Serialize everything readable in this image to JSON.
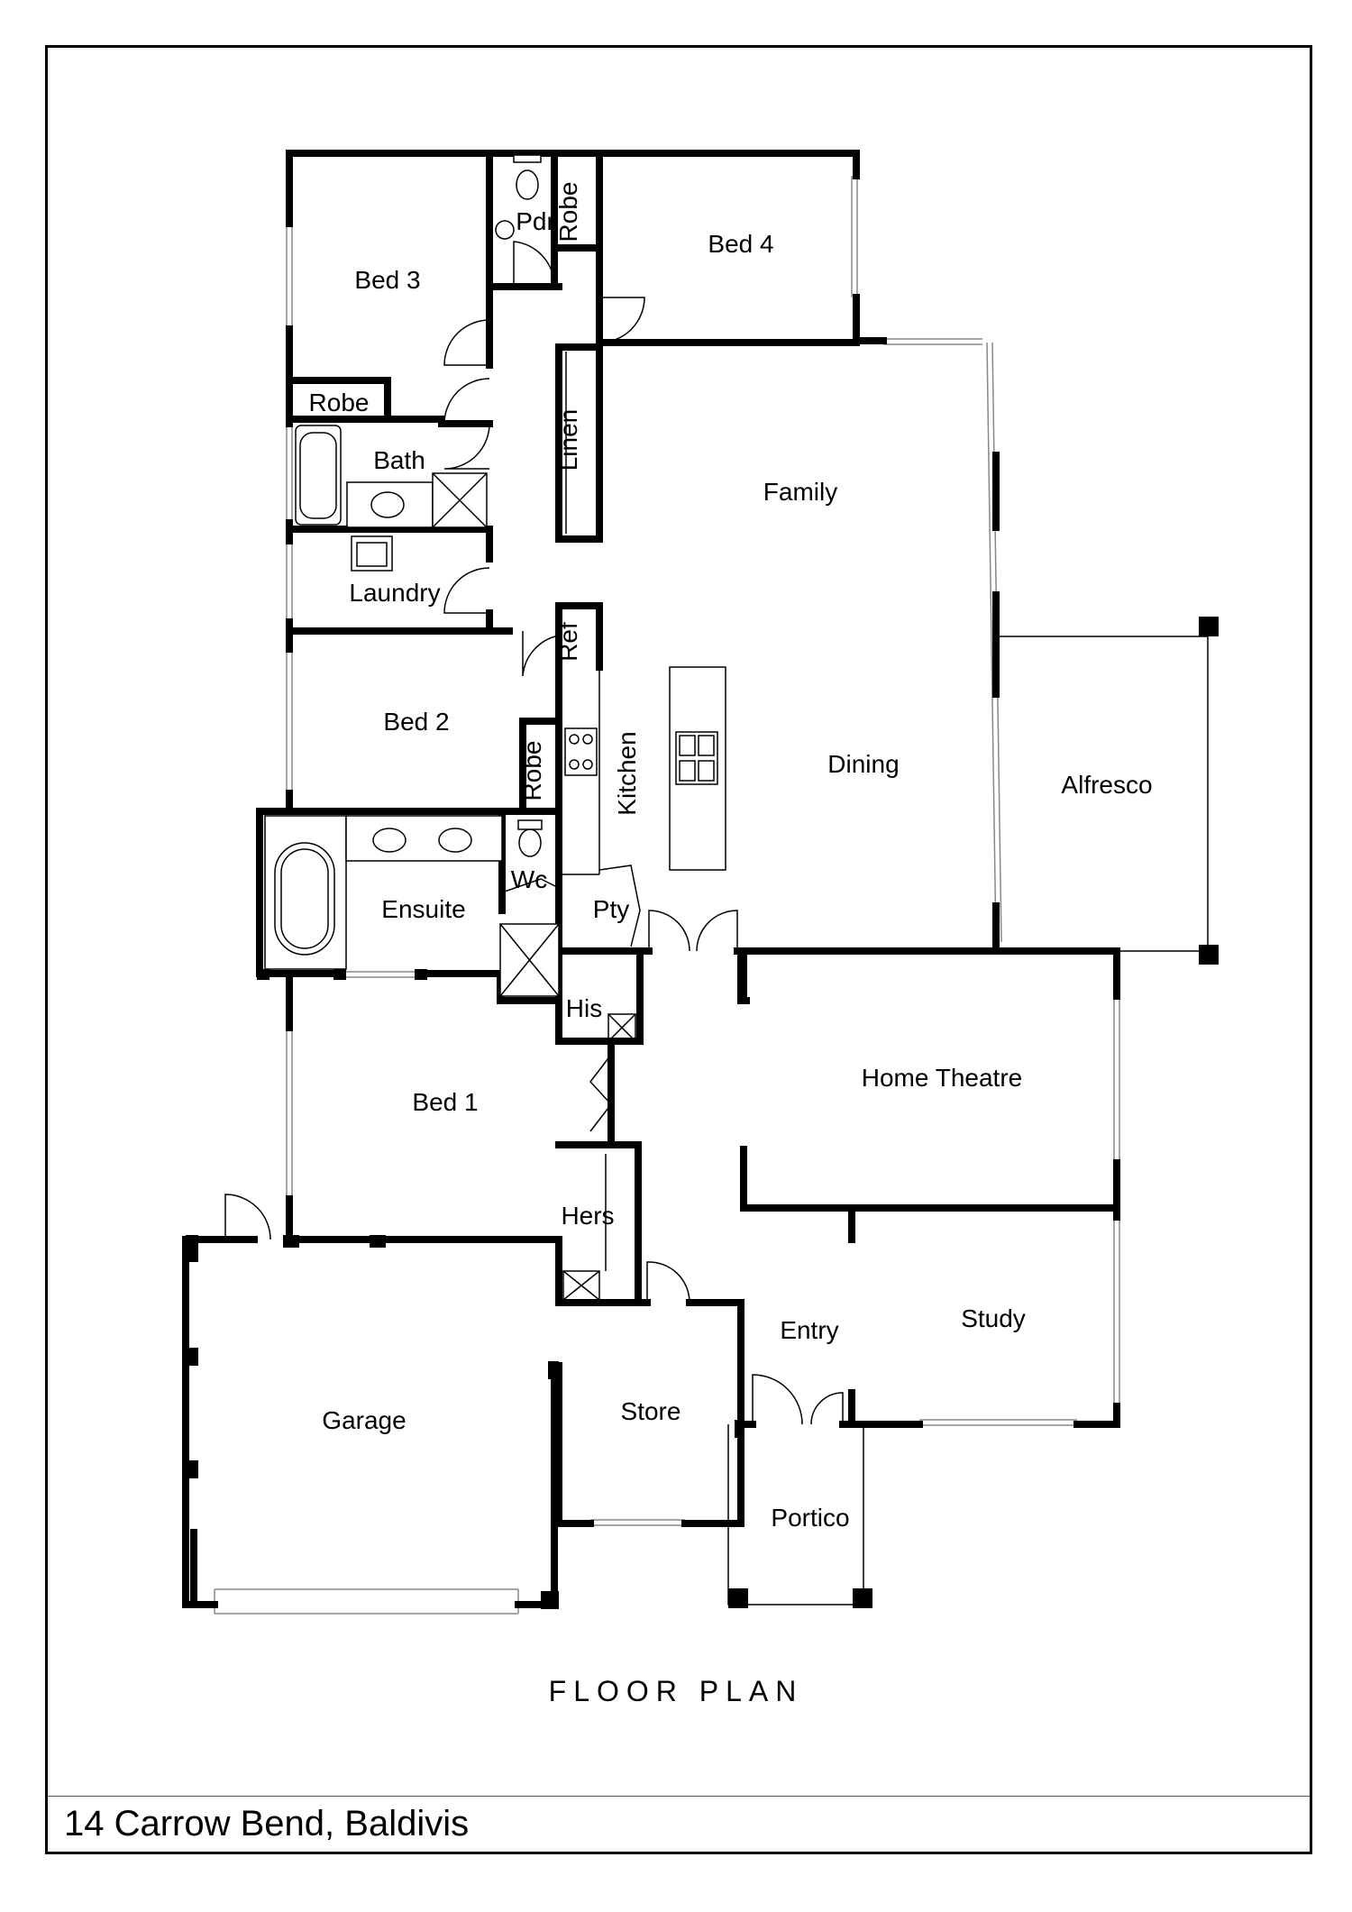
{
  "rooms": {
    "bed3": "Bed 3",
    "pdr": "Pdr",
    "robe_top": "Robe",
    "bed4": "Bed 4",
    "robe_bed3": "Robe",
    "bath": "Bath",
    "linen": "Linen",
    "family": "Family",
    "laundry": "Laundry",
    "ref": "Ref",
    "bed2": "Bed 2",
    "robe_bed2": "Robe",
    "kitchen": "Kitchen",
    "dining": "Dining",
    "alfresco": "Alfresco",
    "ensuite": "Ensuite",
    "wc": "Wc",
    "pty": "Pty",
    "his": "His",
    "home_theatre": "Home Theatre",
    "bed1": "Bed 1",
    "hers": "Hers",
    "entry": "Entry",
    "study": "Study",
    "garage": "Garage",
    "store": "Store",
    "portico": "Portico"
  },
  "plan_title": "FLOOR PLAN",
  "address": "14 Carrow Bend, Baldivis"
}
